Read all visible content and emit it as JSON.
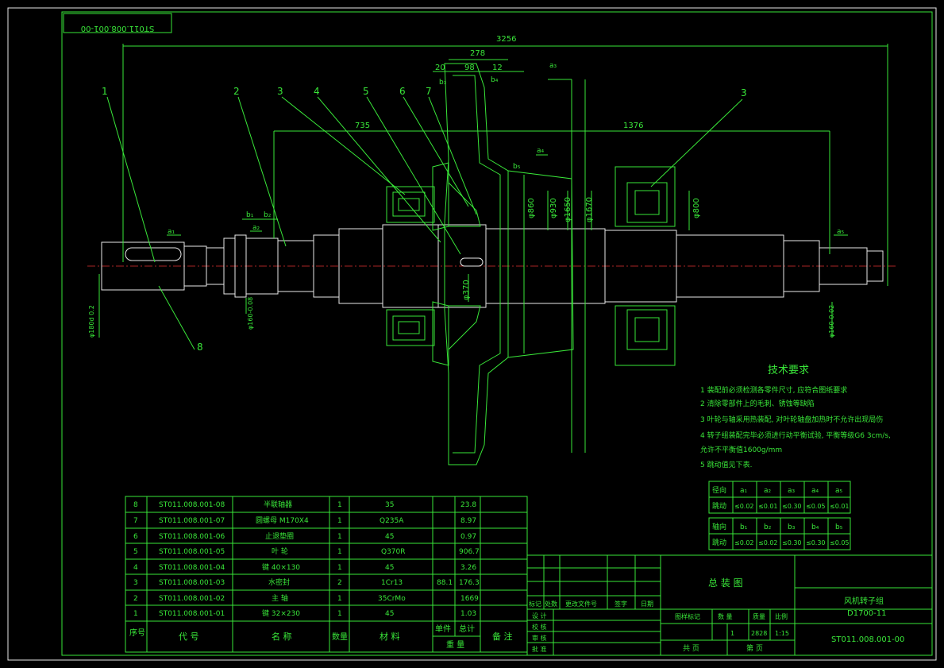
{
  "drawing": {
    "top_code": "ST011.008.001-00",
    "dims": {
      "d3256": "3256",
      "d278": "278",
      "d20": "20",
      "d98": "98",
      "d12": "12",
      "d735": "735",
      "d1376": "1376",
      "phi860": "φ860",
      "phi930": "φ930",
      "phi1650": "φ1650",
      "phi1670": "φ1670",
      "phi800": "φ800",
      "phi370": "φ370",
      "phi160_left": "φ160-0.08",
      "phi180_left": "φ180d 0.2",
      "phi160_right": "φ160-0.02",
      "a1": "a₁",
      "a2": "a₂",
      "a3": "a₃",
      "a4": "a₄",
      "a5": "a₅",
      "b1": "b₁",
      "b2": "b₂",
      "b3": "b₃",
      "b4": "b₄",
      "b5": "b₅"
    },
    "balloons": [
      "1",
      "2",
      "3",
      "4",
      "5",
      "6",
      "7",
      "3",
      "8"
    ]
  },
  "tech": {
    "title": "技术要求",
    "items": [
      "1 装配前必须检测各零件尺寸, 应符合图纸要求",
      "2 清除零部件上的毛刺、锈蚀等缺陷",
      "3 叶轮与轴采用热装配, 对叶轮轴盘加热时不允许出现局伤",
      "4 转子组装配完毕必须进行动平衡试验, 平衡等级G6 3cm/s,",
      "  允许不平衡值1600g/mm",
      "5 跳动值见下表."
    ]
  },
  "runout": {
    "radial": {
      "head": "径向",
      "row": "跳动",
      "cols": [
        "a₁",
        "a₂",
        "a₃",
        "a₄",
        "a₅"
      ],
      "vals": [
        "≤0.02",
        "≤0.01",
        "≤0.30",
        "≤0.05",
        "≤0.01"
      ]
    },
    "axial": {
      "head": "轴向",
      "row": "跳动",
      "cols": [
        "b₁",
        "b₂",
        "b₃",
        "b₄",
        "b₅"
      ],
      "vals": [
        "≤0.02",
        "≤0.02",
        "≤0.30",
        "≤0.30",
        "≤0.05"
      ]
    }
  },
  "bom": {
    "rows": [
      {
        "no": "8",
        "code": "ST011.008.001-08",
        "name": "半联轴器",
        "qty": "1",
        "mat": "35",
        "unit": "",
        "total": "23.8"
      },
      {
        "no": "7",
        "code": "ST011.008.001-07",
        "name": "圆螺母 M170X4",
        "qty": "1",
        "mat": "Q235A",
        "unit": "",
        "total": "8.97"
      },
      {
        "no": "6",
        "code": "ST011.008.001-06",
        "name": "止退垫圈",
        "qty": "1",
        "mat": "45",
        "unit": "",
        "total": "0.97"
      },
      {
        "no": "5",
        "code": "ST011.008.001-05",
        "name": "叶 轮",
        "qty": "1",
        "mat": "Q370R",
        "unit": "",
        "total": "906.7"
      },
      {
        "no": "4",
        "code": "ST011.008.001-04",
        "name": "键 40×130",
        "qty": "1",
        "mat": "45",
        "unit": "",
        "total": "3.26"
      },
      {
        "no": "3",
        "code": "ST011.008.001-03",
        "name": "水密封",
        "qty": "2",
        "mat": "1Cr13",
        "unit": "88.1",
        "total": "176.3"
      },
      {
        "no": "2",
        "code": "ST011.008.001-02",
        "name": "主 轴",
        "qty": "1",
        "mat": "35CrMo",
        "unit": "",
        "total": "1669"
      },
      {
        "no": "1",
        "code": "ST011.008.001-01",
        "name": "键 32×230",
        "qty": "1",
        "mat": "45",
        "unit": "",
        "total": "1.03"
      }
    ],
    "header": {
      "no": "序号",
      "code": "代 号",
      "name": "名 称",
      "qty": "数量",
      "mat": "材 料",
      "unit": "单件",
      "total": "总计",
      "weight": "重 量",
      "remark": "备 注"
    }
  },
  "titleblock": {
    "drawing_name": "总 装 图",
    "product": "风机转子组",
    "model": "D1700-11",
    "code": "ST011.008.001-00",
    "rev_cols": [
      "标记",
      "处数",
      "更改文件号",
      "签字",
      "日期"
    ],
    "roles": [
      "设 计",
      "校 核",
      "审 核",
      "批 准"
    ],
    "stage_label": "图样标记",
    "qty_label": "数 量",
    "weight_label": "质量",
    "scale_label": "比例",
    "qty": "1",
    "weight": "2828",
    "scale": "1:15",
    "sheets": "共 页",
    "sheet": "第 页"
  }
}
